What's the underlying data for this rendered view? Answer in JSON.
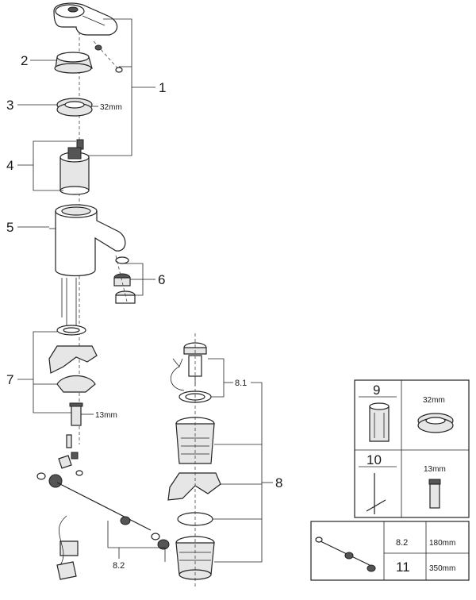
{
  "callouts": {
    "c1": "1",
    "c2": "2",
    "c3": "3",
    "c4": "4",
    "c5": "5",
    "c6": "6",
    "c7": "7",
    "c8": "8",
    "c81": "8.1",
    "c82": "8.2"
  },
  "dimensions": {
    "nut_3": "32mm",
    "part_7": "13mm"
  },
  "tools_table": {
    "row9": {
      "number": "9",
      "size": "32mm"
    },
    "row10": {
      "number": "10",
      "size": "13mm"
    }
  },
  "rod_table": {
    "rows": [
      {
        "ref": "8.2",
        "length": "180mm"
      },
      {
        "ref": "11",
        "length": "350mm"
      }
    ]
  }
}
